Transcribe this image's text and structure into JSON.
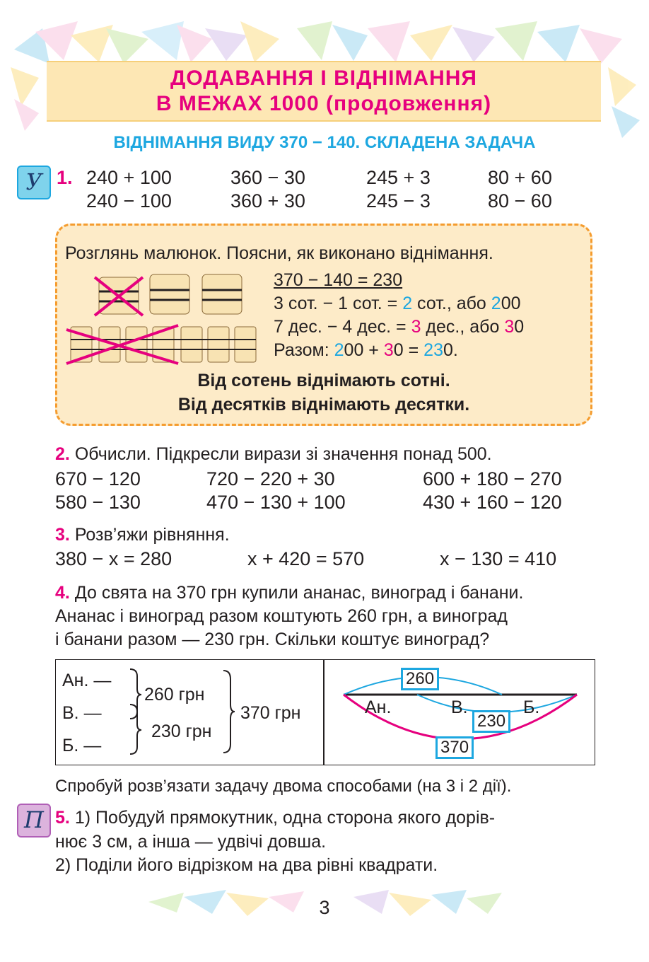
{
  "header": {
    "title_line1": "ДОДАВАННЯ І ВІДНІМАННЯ",
    "title_line2": "В МЕЖАХ 1000 (продовження)",
    "subtitle": "ВІДНІМАННЯ ВИДУ 370 − 140. СКЛАДЕНА ЗАДАЧА"
  },
  "badges": {
    "oral": "У",
    "written": "П"
  },
  "task1": {
    "number": "1.",
    "rows": [
      [
        "240 + 100",
        "360 − 30",
        "245 + 3",
        "80 + 60"
      ],
      [
        "240 − 100",
        "360 + 30",
        "245 − 3",
        "80 − 60"
      ]
    ]
  },
  "explain": {
    "intro": "Розглянь малюнок. Поясни, як виконано віднімання.",
    "eq": "370 − 140 = 230",
    "line2": {
      "a": "3 сот. − 1 сот. = ",
      "b": "2",
      "c": " сот., або ",
      "d": "2",
      "e": "00"
    },
    "line3": {
      "a": "7 дес. − 4 дес. = ",
      "b": "3",
      "c": " дес., або ",
      "d": "3",
      "e": "0"
    },
    "line4": {
      "a": "Разом: ",
      "b": "2",
      "c": "00 + ",
      "d": "3",
      "e": "0 = ",
      "f": "23",
      "g": "0."
    },
    "rule1": "Від сотень віднімають сотні.",
    "rule2": "Від десятків віднімають десятки."
  },
  "task2": {
    "number": "2.",
    "text": "Обчисли. Підкресли вирази зі значення понад 500.",
    "rows": [
      [
        "670 − 120",
        "720 − 220 + 30",
        "600 + 180 − 270"
      ],
      [
        "580 − 130",
        "470 − 130 + 100",
        "430 + 160 − 120"
      ]
    ]
  },
  "task3": {
    "number": "3.",
    "text": "Розв’яжи рівняння.",
    "eqs": [
      "380 − x = 280",
      "x + 420 = 570",
      "x − 130 = 410"
    ]
  },
  "task4": {
    "number": "4.",
    "line1": "До свята на 370 грн купили ананас, виноград і банани.",
    "line2": "Ананас і виноград разом коштують 260 грн, а виноград",
    "line3": "і банани разом — 230 грн. Скільки коштує виноград?",
    "left": {
      "a": "Ан. —",
      "v": "В. —",
      "b": "Б. —",
      "s1": "260 грн",
      "s2": "230 грн",
      "s3": "370 грн"
    },
    "right": {
      "top": "260",
      "mid": "230",
      "bottom": "370",
      "an": "Ан.",
      "v": "В.",
      "b": "Б."
    },
    "note": "Спробуй розв’язати задачу двома способами (на 3 і 2 дії)."
  },
  "task5": {
    "number": "5.",
    "line1": "1) Побудуй прямокутник, одна сторона якого дорів-",
    "line2": "нює 3 см, а інша — удвічі довша.",
    "line3": "2) Поділи його відрізком на два рівні квадрати."
  },
  "page_number": "3"
}
